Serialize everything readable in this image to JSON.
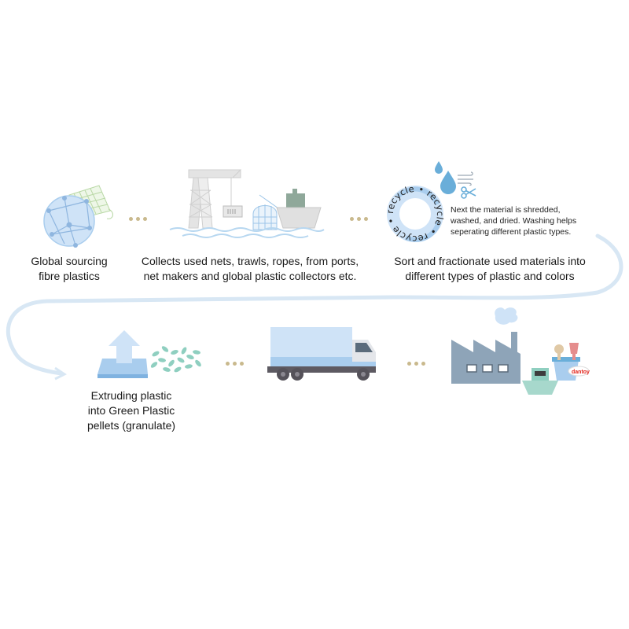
{
  "steps": [
    {
      "caption_line1": "Global sourcing",
      "caption_line2": "fibre plastics"
    },
    {
      "caption_line1": "Collects used nets, trawls, ropes, from  ports,",
      "caption_line2": "net makers and global plastic collectors etc."
    },
    {
      "caption_line1": "Sort and fractionate used materials into",
      "caption_line2": "different types of plastic and colors",
      "ring_text": "recycle • recycle • recycle •",
      "note_line1": "Next the material is shredded,",
      "note_line2": "washed, and dried. Washing helps",
      "note_line3": "seperating different plastic types."
    },
    {
      "caption_line1": "Extruding plastic",
      "caption_line2": "into Green Plastic",
      "caption_line3": "pellets (granulate)"
    }
  ],
  "brand_label": "dantoy",
  "colors": {
    "light_blue": "#cfe3f7",
    "mid_blue": "#a9cdee",
    "steel": "#8ea4b8",
    "gold_dots": "#c9b98d",
    "teal": "#8fcfc0"
  }
}
